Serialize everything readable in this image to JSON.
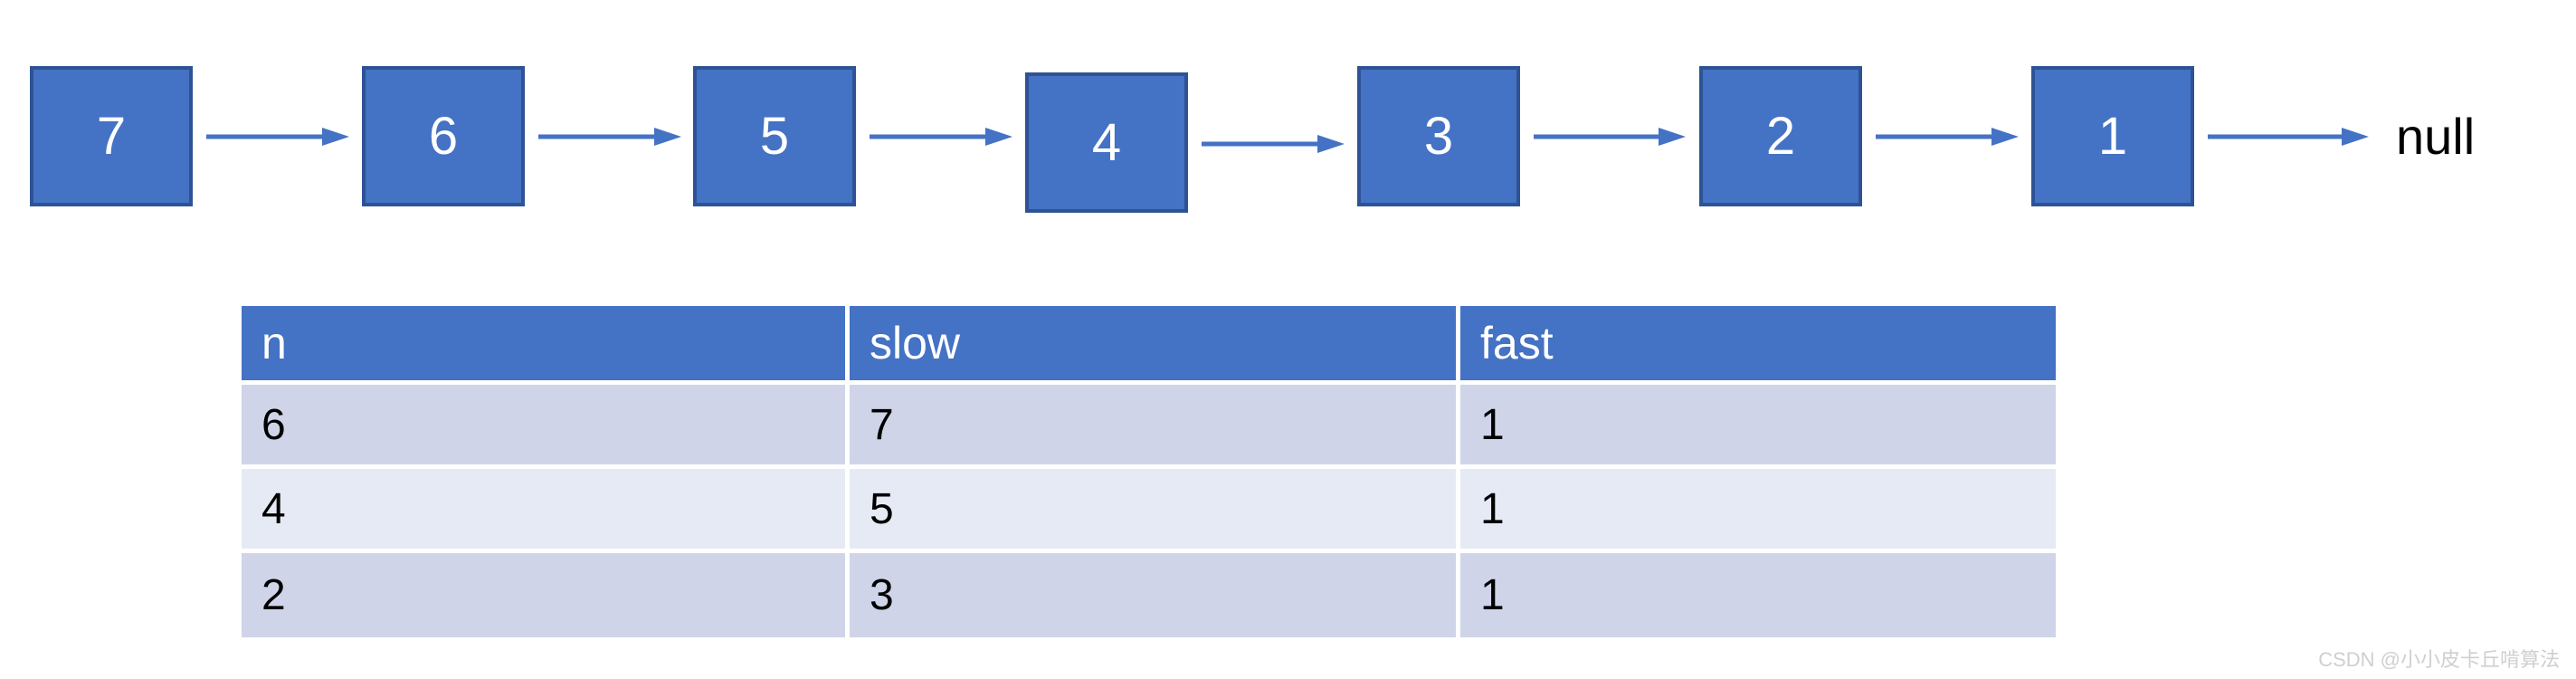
{
  "diagram": {
    "type": "singly-linked-list",
    "node_fill": "#4472C4",
    "node_border": "#2E5395",
    "node_text_color": "#FFFFFF",
    "arrow_color": "#4472C4",
    "nodes": [
      {
        "label": "7"
      },
      {
        "label": "6"
      },
      {
        "label": "5"
      },
      {
        "label": "4"
      },
      {
        "label": "3"
      },
      {
        "label": "2"
      },
      {
        "label": "1"
      }
    ],
    "terminator": "null"
  },
  "table": {
    "header_bg": "#4472C4",
    "header_text_color": "#FFFFFF",
    "row_bg_odd": "#CFD4E8",
    "row_bg_even": "#E6EAF4",
    "columns": [
      "n",
      "slow",
      "fast"
    ],
    "rows": [
      {
        "n": "6",
        "slow": "7",
        "fast": "1"
      },
      {
        "n": "4",
        "slow": "5",
        "fast": "1"
      },
      {
        "n": "2",
        "slow": "3",
        "fast": "1"
      }
    ]
  },
  "watermark": {
    "text": "CSDN @小小皮卡丘啃算法"
  }
}
